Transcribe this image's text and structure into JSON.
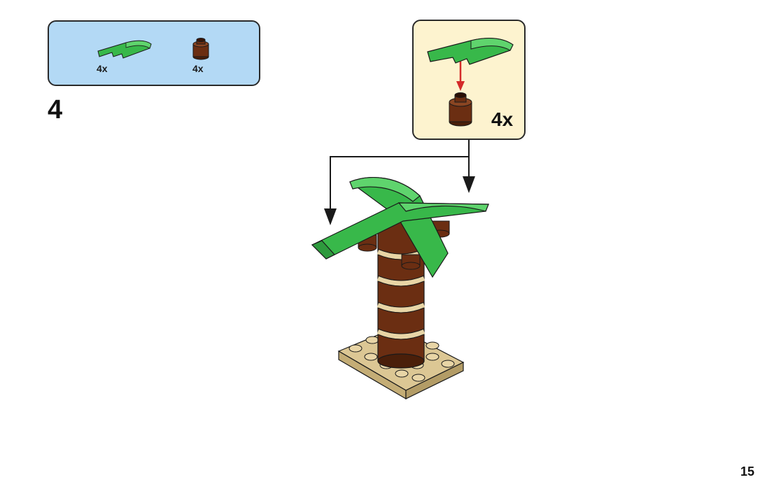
{
  "parts_list": {
    "items": [
      {
        "name": "green-curved-slope-icon",
        "quantity": "4x",
        "color": "#38b84a"
      },
      {
        "name": "brown-round-brick-icon",
        "quantity": "4x",
        "color": "#6b2e12"
      }
    ],
    "background": "#b3d9f5"
  },
  "step": {
    "number": "4"
  },
  "sub_assembly": {
    "quantity": "4x",
    "background": "#fdf3cf",
    "arrow_color": "#d42a2a"
  },
  "model": {
    "leaf_color": "#38b84a",
    "trunk_color": "#6b2e12",
    "ring_color": "#e8d5a6",
    "base_color": "#dcc794"
  },
  "page": {
    "number": "15"
  }
}
